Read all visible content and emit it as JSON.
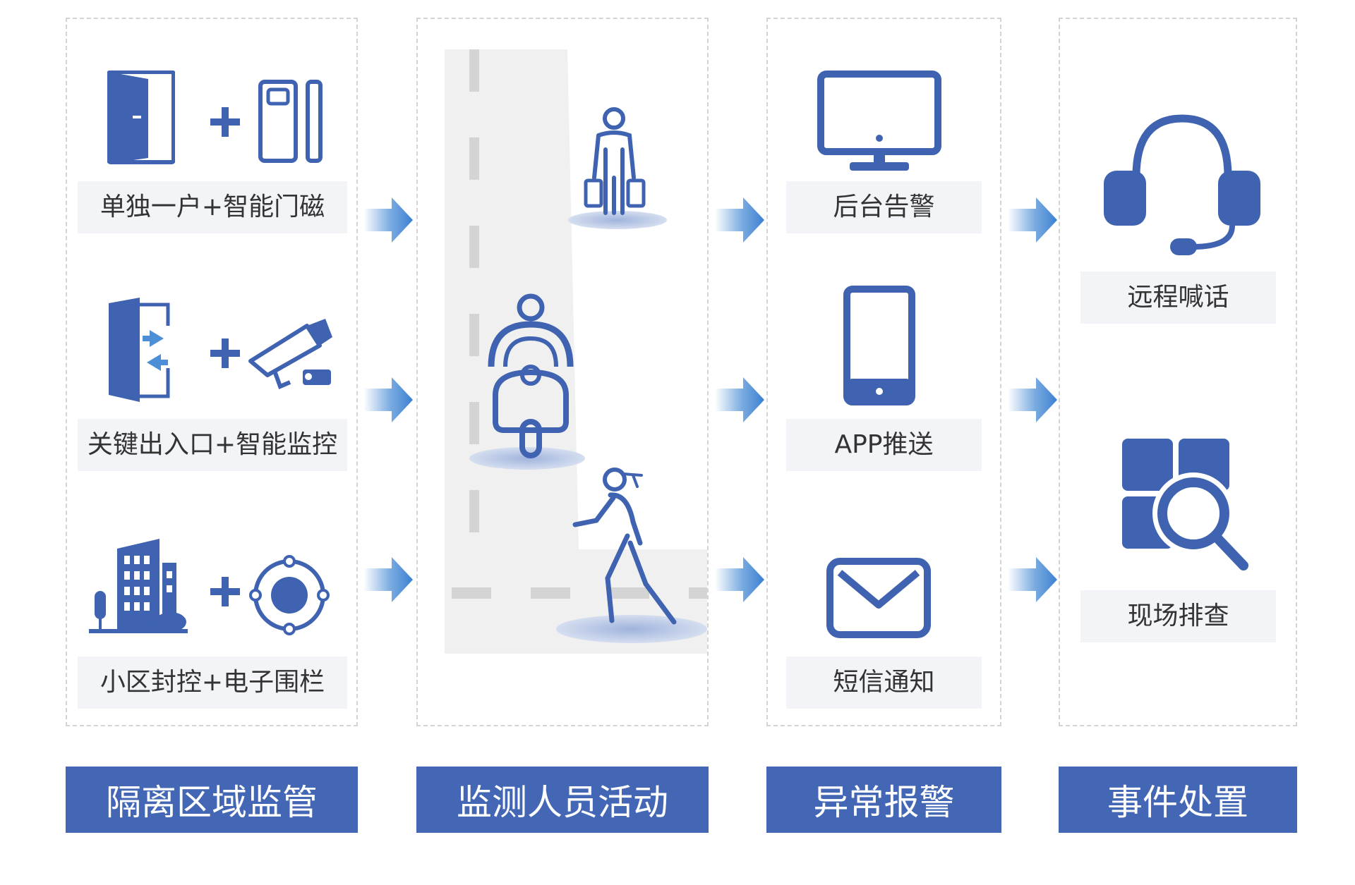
{
  "colors": {
    "icon_blue": "#3f63b0",
    "footer_blue": "#4467b5",
    "label_bg": "#f2f4f7",
    "arrow_blue": "#4d8fd6"
  },
  "columns": [
    {
      "footer": "隔离区域监管",
      "items": [
        {
          "label": "单独一户+智能门磁",
          "icons": [
            "door-icon",
            "plus-icon",
            "door-sensor-icon"
          ]
        },
        {
          "label": "关键出入口+智能监控",
          "icons": [
            "entrance-icon",
            "plus-icon",
            "surveillance-camera-icon"
          ]
        },
        {
          "label": "小区封控+电子围栏",
          "icons": [
            "building-icon",
            "plus-icon",
            "geofence-target-icon"
          ]
        }
      ]
    },
    {
      "footer": "监测人员活动",
      "figures": [
        "shopper-person-icon",
        "scooter-rider-icon",
        "walking-woman-icon"
      ]
    },
    {
      "footer": "异常报警",
      "items": [
        {
          "label": "后台告警",
          "icon": "monitor-icon"
        },
        {
          "label": "APP推送",
          "icon": "smartphone-icon"
        },
        {
          "label": "短信通知",
          "icon": "envelope-icon"
        }
      ]
    },
    {
      "footer": "事件处置",
      "items": [
        {
          "label": "远程喊话",
          "icon": "headset-icon"
        },
        {
          "label": "现场排查",
          "icon": "search-grid-icon"
        }
      ]
    }
  ]
}
